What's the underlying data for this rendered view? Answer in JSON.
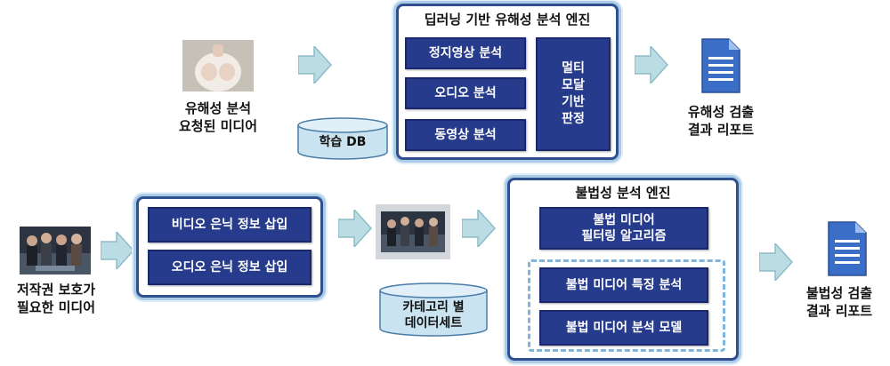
{
  "colors": {
    "box_fill": "#273b8c",
    "panel_border": "#2f4f8f",
    "panel_glow": "#a9cbe6",
    "arrow_fill": "#b9dde3",
    "db_fill": "#c9e3f1",
    "doc_blue": "#3b6fc7"
  },
  "top": {
    "input_label": "유해성 분석\n요청된 미디어",
    "engine_title": "딥러닝 기반 유해성 분석 엔진",
    "boxes": [
      "정지영상 분석",
      "오디오 분석",
      "동영상 분석"
    ],
    "side_box": "멀티\n모달\n기반\n판정",
    "db_label": "학습 DB",
    "output_label": "유해성 검출\n결과 리포트"
  },
  "bottom": {
    "input_label": "저작권 보호가\n필요한 미디어",
    "embed_boxes": [
      "비디오 은닉 정보 삽입",
      "오디오 은닉 정보 삽입"
    ],
    "engine_title": "불법성 분석 엔진",
    "filter_box": "불법 미디어\n필터링 알고리즘",
    "dashed_boxes": [
      "불법 미디어 특징 분석",
      "불법 미디어 분석 모델"
    ],
    "db_label": "카테고리 별\n데이터세트",
    "output_label": "불법성 검출\n결과 리포트"
  },
  "icons": {
    "arrow": "right-arrow-icon",
    "document": "document-icon",
    "database": "database-cylinder-icon"
  }
}
